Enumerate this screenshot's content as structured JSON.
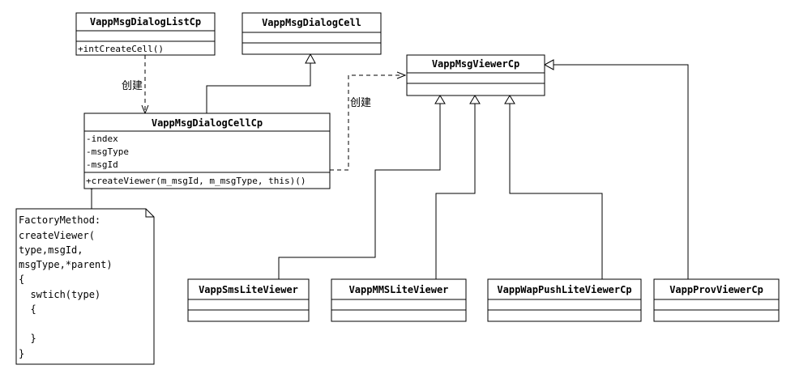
{
  "classes": {
    "dialog_list": {
      "name": "VappMsgDialogListCp",
      "methods": [
        "+intCreateCell()"
      ]
    },
    "dialog_cell": {
      "name": "VappMsgDialogCell"
    },
    "viewer": {
      "name": "VappMsgViewerCp"
    },
    "dialog_cell_cp": {
      "name": "VappMsgDialogCellCp",
      "attributes": [
        "-index",
        "-msgType",
        "-msgId"
      ],
      "methods": [
        "+createViewer(m_msgId, m_msgType, this)()"
      ]
    },
    "sms": {
      "name": "VappSmsLiteViewer"
    },
    "mms": {
      "name": "VappMMSLiteViewer"
    },
    "wap": {
      "name": "VappWapPushLiteViewerCp"
    },
    "prov": {
      "name": "VappProvViewerCp"
    }
  },
  "edges": {
    "create_label_1": "创建",
    "create_label_2": "创建"
  },
  "note": {
    "lines": [
      "FactoryMethod:",
      "createViewer(",
      "type,msgId,",
      "msgType,*parent)",
      "{",
      "  swtich(type)",
      "  {",
      "",
      "  }",
      "}"
    ]
  }
}
